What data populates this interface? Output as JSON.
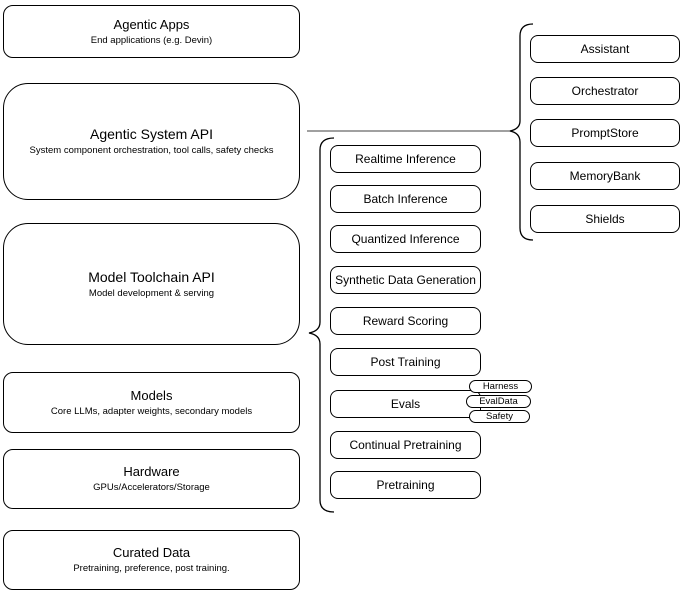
{
  "diagram": {
    "left_stack": [
      {
        "title": "Agentic Apps",
        "subtitle": "End applications (e.g. Devin)"
      },
      {
        "title": "Agentic System API",
        "subtitle": "System component orchestration, tool calls, safety checks"
      },
      {
        "title": "Model Toolchain API",
        "subtitle": "Model development & serving"
      },
      {
        "title": "Models",
        "subtitle": "Core LLMs, adapter weights, secondary models"
      },
      {
        "title": "Hardware",
        "subtitle": "GPUs/Accelerators/Storage"
      },
      {
        "title": "Curated Data",
        "subtitle": "Pretraining, preference, post training."
      }
    ],
    "toolchain": {
      "items": [
        "Realtime Inference",
        "Batch Inference",
        "Quantized Inference",
        "Synthetic Data Generation",
        "Reward Scoring",
        "Post Training",
        "Evals",
        "Continual Pretraining",
        "Pretraining"
      ],
      "eval_tags": [
        "Harness",
        "EvalData",
        "Safety"
      ]
    },
    "system_components": {
      "items": [
        "Assistant",
        "Orchestrator",
        "PromptStore",
        "MemoryBank",
        "Shields"
      ]
    },
    "colors": {
      "box_border": "#000000",
      "box_fill": "#ffffff",
      "connector_line": "#808080",
      "background": "#ffffff"
    }
  }
}
